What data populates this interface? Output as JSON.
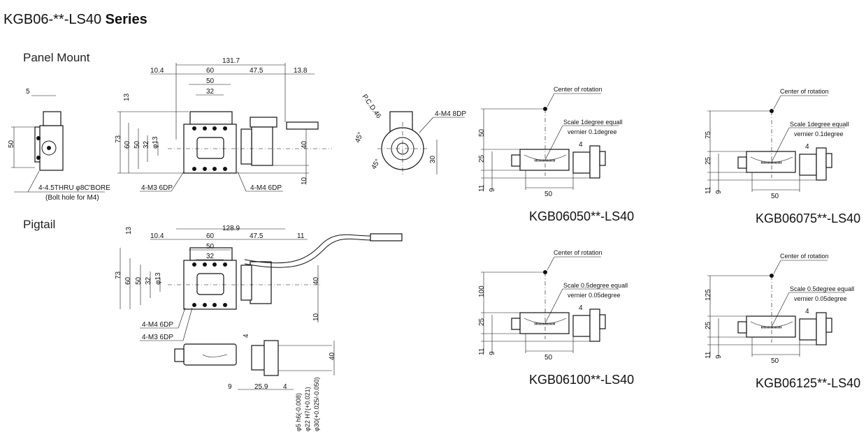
{
  "title": {
    "model": "KGB06-**-LS40",
    "suffix": "Series"
  },
  "sections": {
    "panel_mount": "Panel Mount",
    "pigtail": "Pigtail"
  },
  "panel_mount": {
    "side": {
      "dim_5": "5",
      "dim_50": "50",
      "note1": "4-4.5THRU φ8C'BORE",
      "note2": "(Bolt hole for M4)"
    },
    "top": {
      "d_131_7": "131.7",
      "d_10_4": "10.4",
      "d_60": "60",
      "d_47_5": "47.5",
      "d_13_8": "13.8",
      "d_50": "50",
      "d_32": "32",
      "v_13": "13",
      "v_73": "73",
      "v_60": "60",
      "v_50": "50",
      "v_32": "32",
      "v_phi13": "φ13",
      "v_40": "40",
      "v_10": "10",
      "note_m3": "4-M3 6DP",
      "note_m4": "4-M4 6DP"
    }
  },
  "end_view": {
    "pcd": "P.C.D.46",
    "note": "4-M4 8DP",
    "angle1": "45°",
    "angle2": "45°",
    "dim_30": "30"
  },
  "pigtail": {
    "top": {
      "d_128_9": "128.9",
      "d_10_4": "10.4",
      "d_60": "60",
      "d_47_5": "47.5",
      "d_11": "11",
      "d_50": "50",
      "d_32": "32",
      "v_13": "13",
      "v_73": "73",
      "v_60": "60",
      "v_50": "50",
      "v_32": "32",
      "v_phi13": "φ13",
      "v_40": "40",
      "v_10": "10",
      "note_m4": "4-M4 6DP",
      "note_m3": "4-M3 6DP"
    },
    "front": {
      "v_4": "4",
      "v_40": "40",
      "d_9": "9",
      "d_25_9": "25.9",
      "d_4": "4",
      "phi5": "φ5 h6(-0.008)",
      "phi22": "φ22 H7(+0.021)",
      "phi30": "φ30(+0.025/-0.050)"
    }
  },
  "models": [
    {
      "label": "KGB06050**-LS40",
      "center": "Center of rotation",
      "height": "50",
      "scale": "Scale 1degree equall",
      "vernier": "vernier 0.1degree",
      "d4": "4",
      "d25": "25",
      "d11": "11",
      "d9": "9",
      "d50": "50"
    },
    {
      "label": "KGB06075**-LS40",
      "center": "Center of rotation",
      "height": "75",
      "scale": "Scale 1degree equall",
      "vernier": "vernier 0.1degree",
      "d4": "4",
      "d25": "25",
      "d11": "11",
      "d9": "9",
      "d50": "50"
    },
    {
      "label": "KGB06100**-LS40",
      "center": "Center of rotation",
      "height": "100",
      "scale": "Scale 0.5degree equall",
      "vernier": "vernier 0.05degree",
      "d4": "4",
      "d25": "25",
      "d11": "11",
      "d9": "9",
      "d50": "50"
    },
    {
      "label": "KGB06125**-LS40",
      "center": "Center of rotation",
      "height": "125",
      "scale": "Scale 0.5degree equall",
      "vernier": "vernier 0.05degree",
      "d4": "4",
      "d25": "25",
      "d11": "11",
      "d9": "9",
      "d50": "50"
    }
  ]
}
